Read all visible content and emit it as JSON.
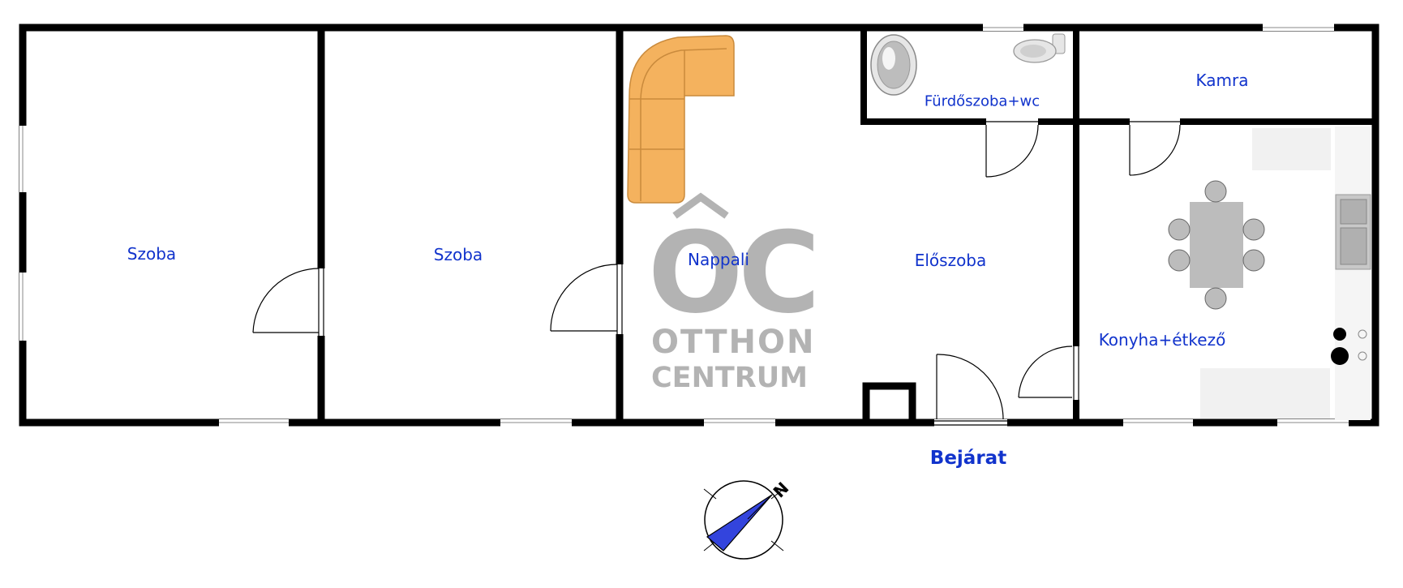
{
  "rooms": {
    "szoba_1": "Szoba",
    "szoba_2": "Szoba",
    "nappali": "Nappali",
    "furdoszoba": "Fürdőszoba+wc",
    "kamra": "Kamra",
    "eloszoba": "Előszoba",
    "konyha": "Konyha+étkező"
  },
  "entrance": "Bejárat",
  "logo": {
    "mark": "OC",
    "line1": "OTTHON",
    "line2": "CENTRUM"
  },
  "compass": {
    "north_label": "N"
  },
  "colors": {
    "walls": "#000000",
    "labels": "#1133cc",
    "sofa": "#f4b25e",
    "compass_arrow": "#3344dd",
    "logo": "#b3b3b3"
  }
}
